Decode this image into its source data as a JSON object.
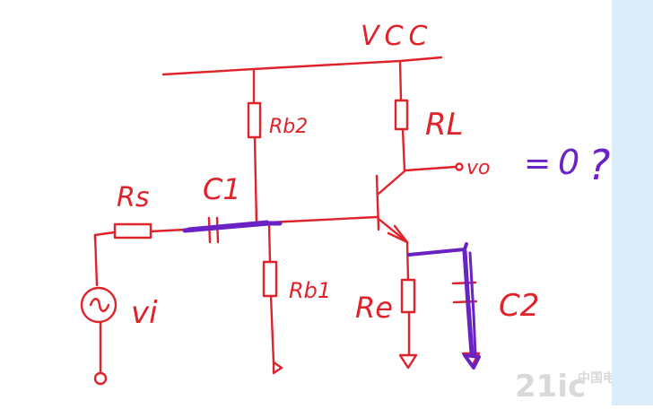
{
  "labels": {
    "vcc": "VCC",
    "rb2": "Rb2",
    "rl": "RL",
    "vo": "vo",
    "equals": "=",
    "zero": "0",
    "question": "?",
    "rs": "Rs",
    "c1": "C1",
    "rb1": "Rb1",
    "re": "Re",
    "c2": "C2",
    "vi": "vi"
  },
  "watermark": {
    "text": "21ic",
    "cn": "中国电子网"
  },
  "colors": {
    "ink": "#e0222a",
    "highlight": "#6a22c4",
    "sidebar": "#dcecf8",
    "watermark": "#d9d9d9"
  }
}
